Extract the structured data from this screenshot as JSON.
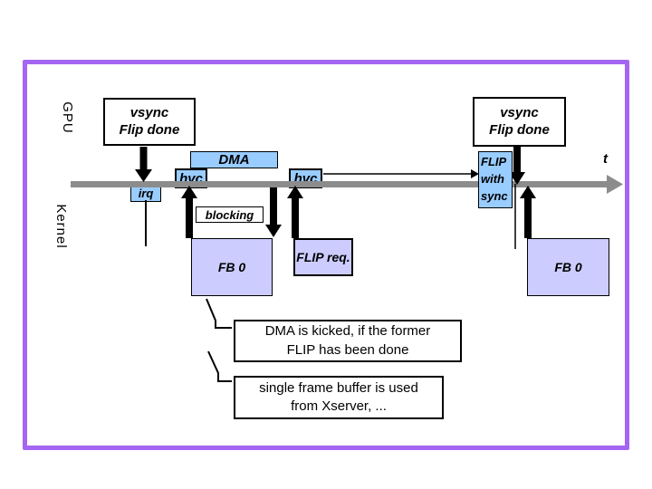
{
  "colors": {
    "frame_border": "#a466f2",
    "event_blue": "#99ccff",
    "buffer_lavender": "#ccccff",
    "timeline_gray": "#8c8c8c",
    "arrow_black": "#000000"
  },
  "lanes": {
    "gpu": "GPU",
    "kernel": "Kernel"
  },
  "axis": {
    "label": "t"
  },
  "events": {
    "vsync_left": "vsync\nFlip done",
    "vsync_right": "vsync\nFlip done",
    "dma": "DMA",
    "hvc_first": "hvc",
    "hvc_second": "hvc",
    "irq": "irq",
    "blocking": "blocking",
    "fb0_left": "FB 0",
    "flip_req": "FLIP req.",
    "flip_with_sync": "FLIP\nwith\nsync",
    "fb0_right": "FB 0"
  },
  "callouts": {
    "dma_kicked": "DMA is kicked, if the former\nFLIP has been done",
    "single_framebuffer": "single frame buffer is used\nfrom Xserver, ..."
  }
}
